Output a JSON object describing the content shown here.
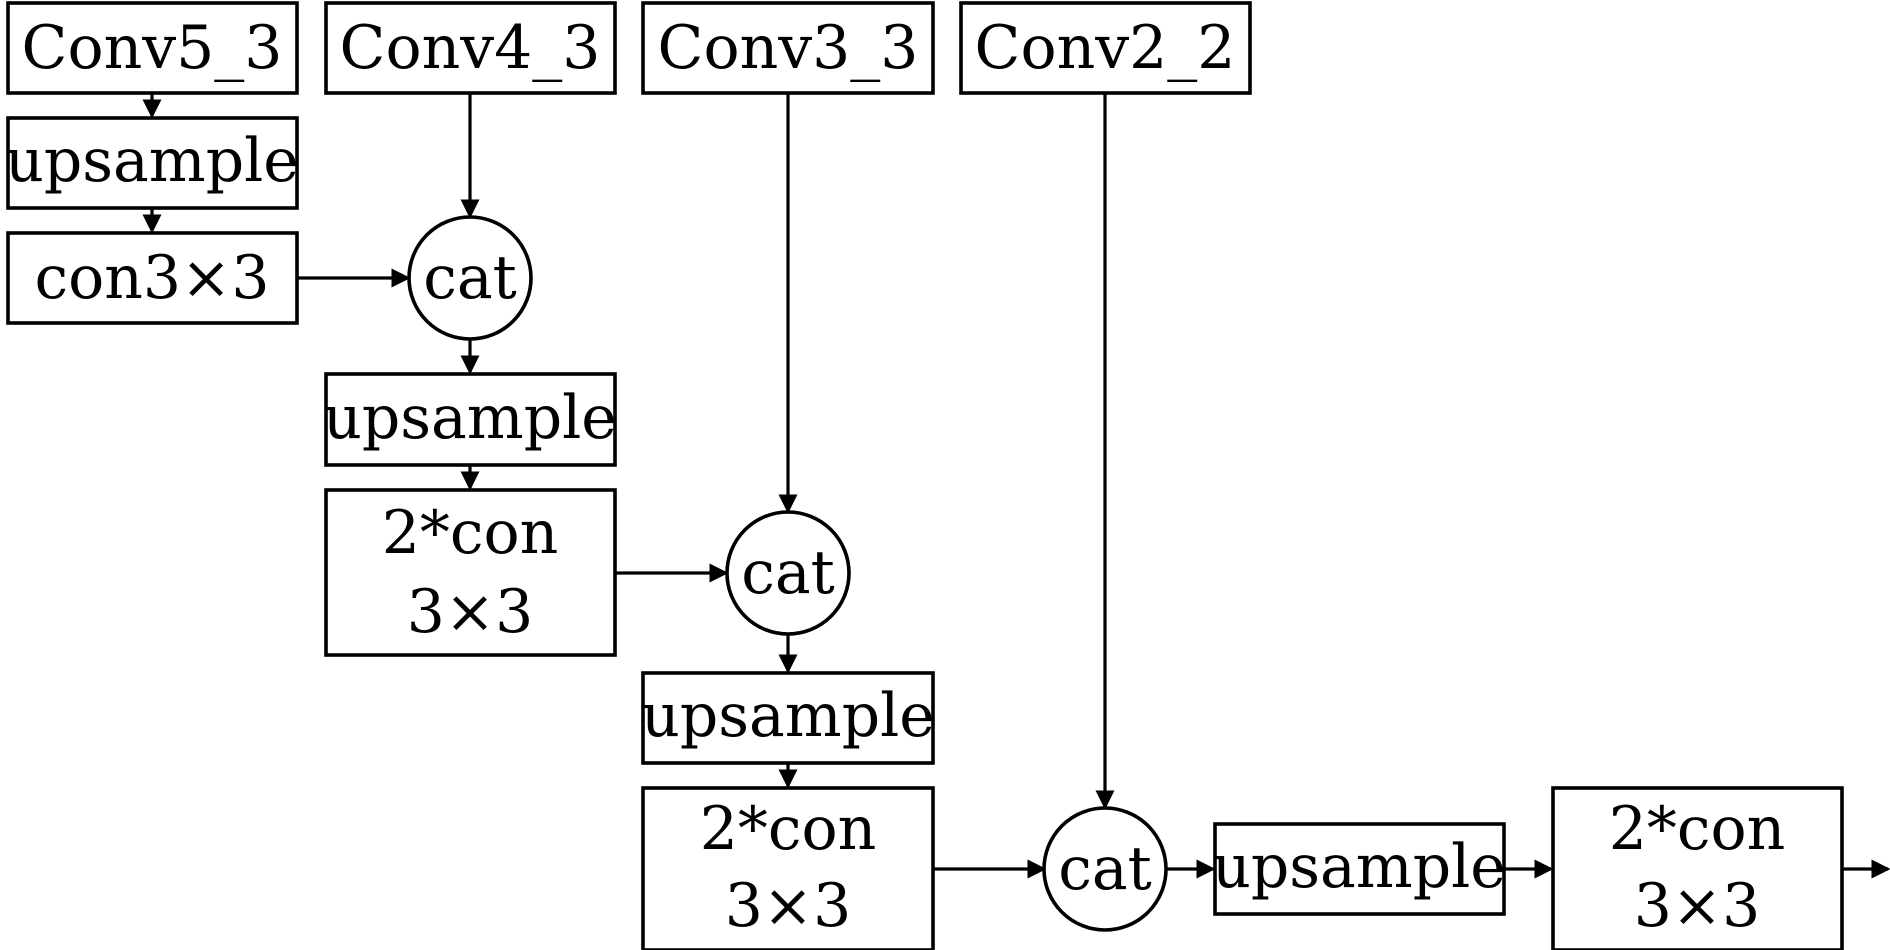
{
  "diagram": {
    "nodes": {
      "conv5_3": "Conv5_3",
      "conv4_3": "Conv4_3",
      "conv3_3": "Conv3_3",
      "conv2_2": "Conv2_2",
      "upsample_1": "upsample",
      "con3x3_1": "con3×3",
      "cat_1": "cat",
      "upsample_2": "upsample",
      "double_con_1": [
        "2*con",
        "3×3"
      ],
      "cat_2": "cat",
      "upsample_3": "upsample",
      "double_con_2": [
        "2*con",
        "3×3"
      ],
      "cat_3": "cat",
      "upsample_4": "upsample",
      "double_con_3": [
        "2*con",
        "3×3"
      ]
    },
    "edges": [
      [
        "conv5_3",
        "upsample_1"
      ],
      [
        "upsample_1",
        "con3x3_1"
      ],
      [
        "con3x3_1",
        "cat_1"
      ],
      [
        "conv4_3",
        "cat_1"
      ],
      [
        "cat_1",
        "upsample_2"
      ],
      [
        "upsample_2",
        "double_con_1"
      ],
      [
        "double_con_1",
        "cat_2"
      ],
      [
        "conv3_3",
        "cat_2"
      ],
      [
        "cat_2",
        "upsample_3"
      ],
      [
        "upsample_3",
        "double_con_2"
      ],
      [
        "double_con_2",
        "cat_3"
      ],
      [
        "conv2_2",
        "cat_3"
      ],
      [
        "cat_3",
        "upsample_4"
      ],
      [
        "upsample_4",
        "double_con_3"
      ],
      [
        "double_con_3",
        "output"
      ]
    ]
  }
}
